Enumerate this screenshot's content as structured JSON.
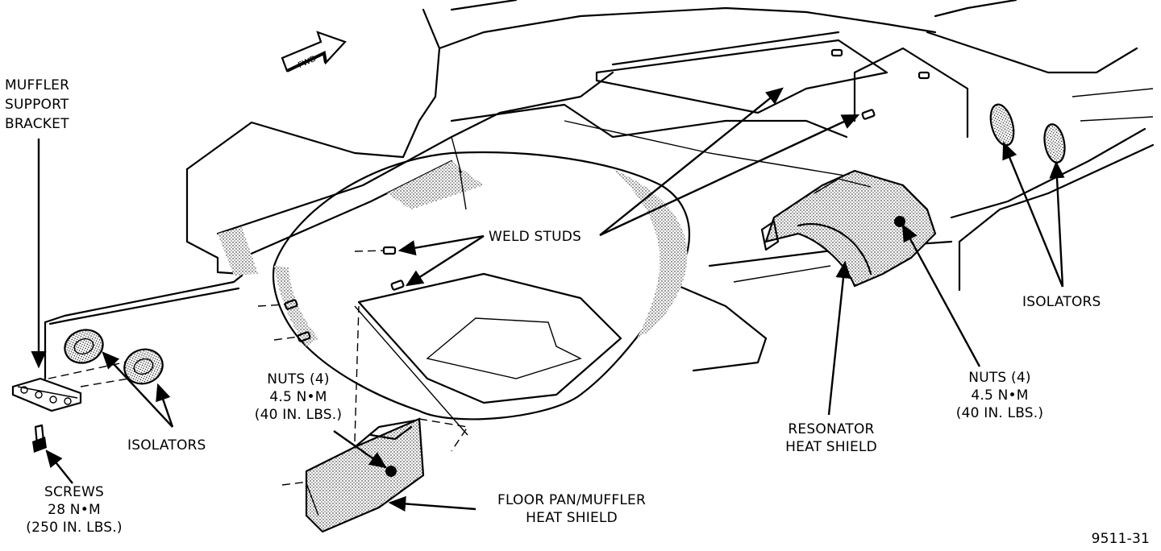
{
  "labels": {
    "muffler_support_bracket": [
      "MUFFLER",
      "SUPPORT",
      "BRACKET"
    ],
    "isolators_left": "ISOLATORS",
    "screws": [
      "SCREWS",
      "28 N•M",
      "(250 IN. LBS.)"
    ],
    "nuts_left": [
      "NUTS (4)",
      "4.5 N•M",
      "(40 IN. LBS.)"
    ],
    "weld_studs": "WELD STUDS",
    "floor_pan_heat_shield": [
      "FLOOR PAN/MUFFLER",
      "HEAT SHIELD"
    ],
    "resonator_heat_shield": [
      "RESONATOR",
      "HEAT SHIELD"
    ],
    "nuts_right": [
      "NUTS (4)",
      "4.5 N•M",
      "(40 IN. LBS.)"
    ],
    "isolators_right": "ISOLATORS",
    "fwd_arrow": "FWD"
  },
  "figure_number": "9511-31",
  "icons": [
    "forward-arrow-icon"
  ]
}
